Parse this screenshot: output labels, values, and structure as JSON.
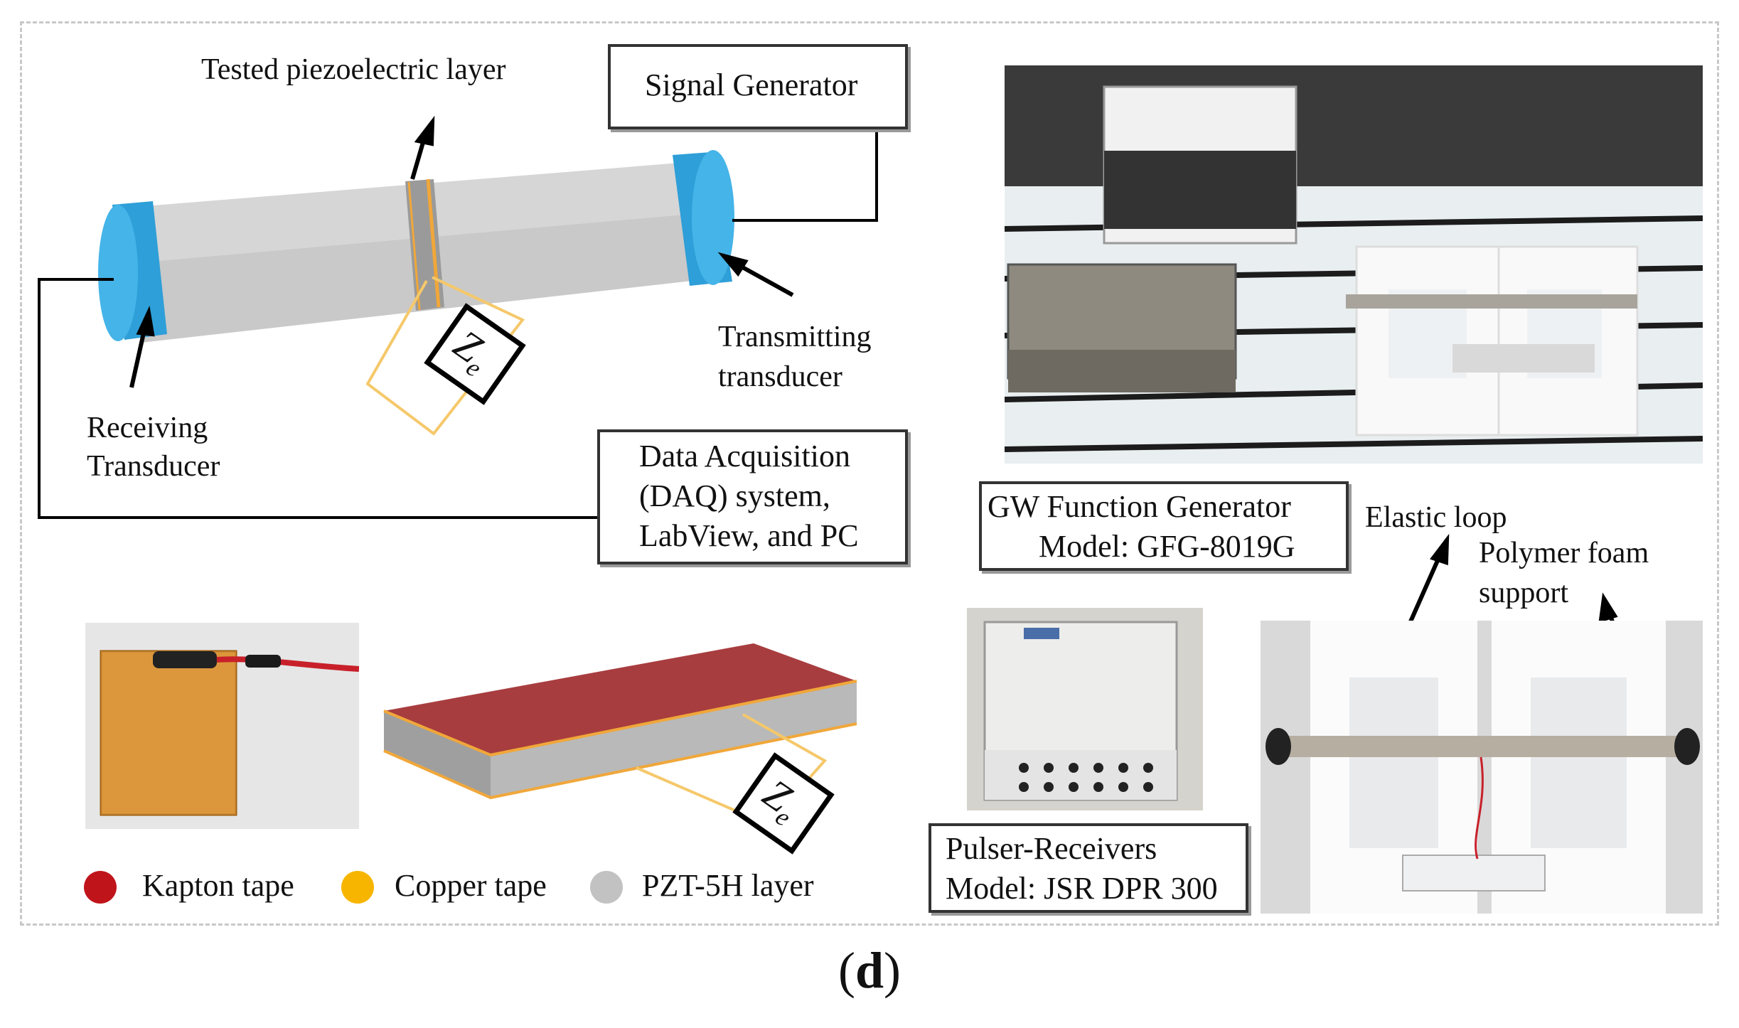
{
  "labels": {
    "tested_layer": "Tested piezoelectric layer",
    "receiving": [
      "Receiving",
      "Transducer"
    ],
    "transmitting": [
      "Transmitting",
      "transducer"
    ],
    "elastic_loop": "Elastic loop",
    "polymer_foam": [
      "Polymer foam",
      "support"
    ],
    "impedance": "Z",
    "impedance_sub": "e"
  },
  "boxes": {
    "signal_generator": "Signal Generator",
    "daq": [
      "Data Acquisition",
      "(DAQ) system,",
      "LabView, and PC"
    ],
    "gw_function_generator": [
      "GW Function Generator",
      "Model: GFG-8019G"
    ],
    "pulser_receivers": [
      "Pulser-Receivers",
      "Model: JSR DPR 300"
    ]
  },
  "legend": [
    {
      "label": "Kapton tape",
      "color": "#c0141b"
    },
    {
      "label": "Copper tape",
      "color": "#f7b500"
    },
    {
      "label": "PZT-5H layer",
      "color": "#c2c2c2"
    }
  ],
  "caption": {
    "open": "(",
    "letter": "d",
    "close": ")"
  },
  "colors": {
    "transducer": "#39a9dc",
    "rod": "#c4c4c4",
    "copper": "#f0a73a",
    "kapton": "#a83d3f",
    "wire": "#f5c86a"
  }
}
